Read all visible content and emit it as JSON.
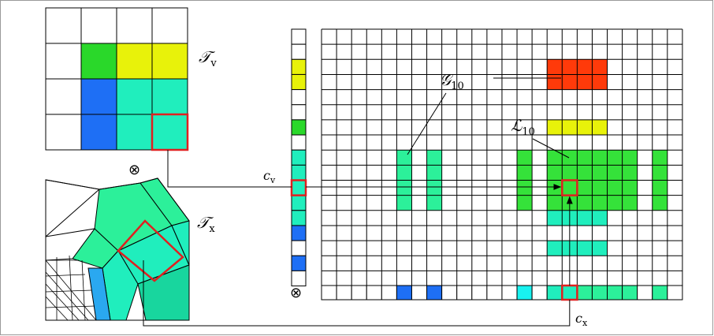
{
  "labels": {
    "tv": {
      "main": "𝒯",
      "sub": "v"
    },
    "tx": {
      "main": "𝒯",
      "sub": "x"
    },
    "g10": {
      "main": "𝒢",
      "sub": "10"
    },
    "l10": {
      "main": "ℒ",
      "sub": "10"
    },
    "cv": {
      "main": "c",
      "sub": "v"
    },
    "cx": {
      "main": "c",
      "sub": "x"
    },
    "otimes_top": "⊗",
    "otimes_bottom": "⊗"
  },
  "colors": {
    "blue": "#1e6ff5",
    "green": "#2ad82a",
    "yellow": "#e8f20a",
    "teal": "#20eebd",
    "teal_dark": "#18d69e",
    "mint": "#2cf09a",
    "lime": "#35e23a",
    "cyan": "#18f2f0",
    "sky": "#2aa8f0",
    "red": "#ff3a0a",
    "highlight": "#e02020",
    "grid": "#000000"
  },
  "tv_grid": [
    [
      "white",
      "white",
      "white",
      "white"
    ],
    [
      "white",
      "green",
      "yellow",
      "yellow"
    ],
    [
      "white",
      "blue",
      "teal",
      "teal"
    ],
    [
      "white",
      "blue",
      "teal",
      "teal"
    ]
  ],
  "cv_vector": [
    "white",
    "white",
    "yellow",
    "yellow",
    "white",
    "white",
    "green",
    "white",
    "teal",
    "teal",
    "teal",
    "teal",
    "teal",
    "blue",
    "white",
    "blue",
    "white"
  ],
  "cx_vector": [
    "white",
    "white",
    "white",
    "white",
    "white",
    "blue",
    "white",
    "blue",
    "white",
    "white",
    "white",
    "white",
    "white",
    "cyan",
    "white",
    "teal",
    "teal",
    "mint",
    "mint",
    "mint",
    "mint",
    "white",
    "mint",
    "white"
  ],
  "matrix": {
    "rows": 17,
    "cols": 24,
    "blocks": [
      {
        "r0": 2,
        "r1": 3,
        "c0": 15,
        "c1": 18,
        "color": "red"
      },
      {
        "r0": 6,
        "r1": 6,
        "c0": 15,
        "c1": 18,
        "color": "yellow"
      },
      {
        "r0": 8,
        "r1": 11,
        "c0": 5,
        "c1": 5,
        "color": "mint"
      },
      {
        "r0": 8,
        "r1": 11,
        "c0": 7,
        "c1": 7,
        "color": "mint"
      },
      {
        "r0": 8,
        "r1": 11,
        "c0": 13,
        "c1": 13,
        "color": "lime"
      },
      {
        "r0": 8,
        "r1": 11,
        "c0": 15,
        "c1": 20,
        "color": "lime"
      },
      {
        "r0": 8,
        "r1": 11,
        "c0": 22,
        "c1": 22,
        "color": "lime"
      },
      {
        "r0": 12,
        "r1": 12,
        "c0": 15,
        "c1": 18,
        "color": "teal"
      },
      {
        "r0": 14,
        "r1": 14,
        "c0": 15,
        "c1": 18,
        "color": "teal"
      }
    ]
  }
}
